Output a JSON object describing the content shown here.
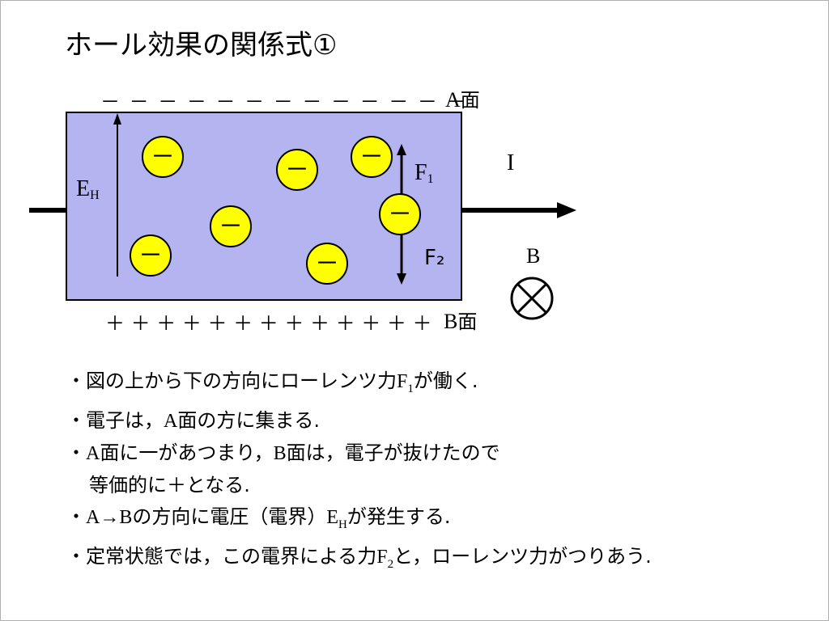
{
  "title": "ホール効果の関係式①",
  "minus_row": "－ － － － － － － － － － － － －",
  "plus_row": "＋ ＋ ＋ ＋ ＋ ＋ ＋ ＋ ＋ ＋ ＋ ＋ ＋",
  "face_a": {
    "letter": "A",
    "kanji": "面"
  },
  "face_b": {
    "letter": "B",
    "kanji": "面"
  },
  "electron_symbol": "－",
  "labels": {
    "eh_main": "E",
    "eh_sub": "H",
    "f1_main": "F",
    "f1_sub": "1",
    "f2": "F₂",
    "current": "I",
    "field_b": "B"
  },
  "bullets": [
    [
      "・図の上から下の方向にローレンツ力",
      "F",
      "1",
      "が働く."
    ],
    [
      "・電子は，",
      "A",
      "面の方に集まる."
    ],
    [
      "・",
      "A",
      "面に一があつまり，",
      "B",
      "面は，電子が抜けたので"
    ],
    [
      "等価的に＋となる."
    ],
    [
      "・",
      "A→B",
      "の方向に電圧（電界）",
      "E",
      "H",
      "が発生する."
    ],
    [
      "・定常状態では，この電界による力",
      "F",
      "2",
      "と，ローレンツ力がつりあう."
    ]
  ],
  "colors": {
    "plate_fill": "#b4b4f0",
    "electron_fill": "#ffff00",
    "stroke": "#000000"
  },
  "icons": [
    "into-page-cross-circle-icon",
    "arrow-up-icon",
    "arrow-down-icon",
    "current-arrow-icon"
  ]
}
